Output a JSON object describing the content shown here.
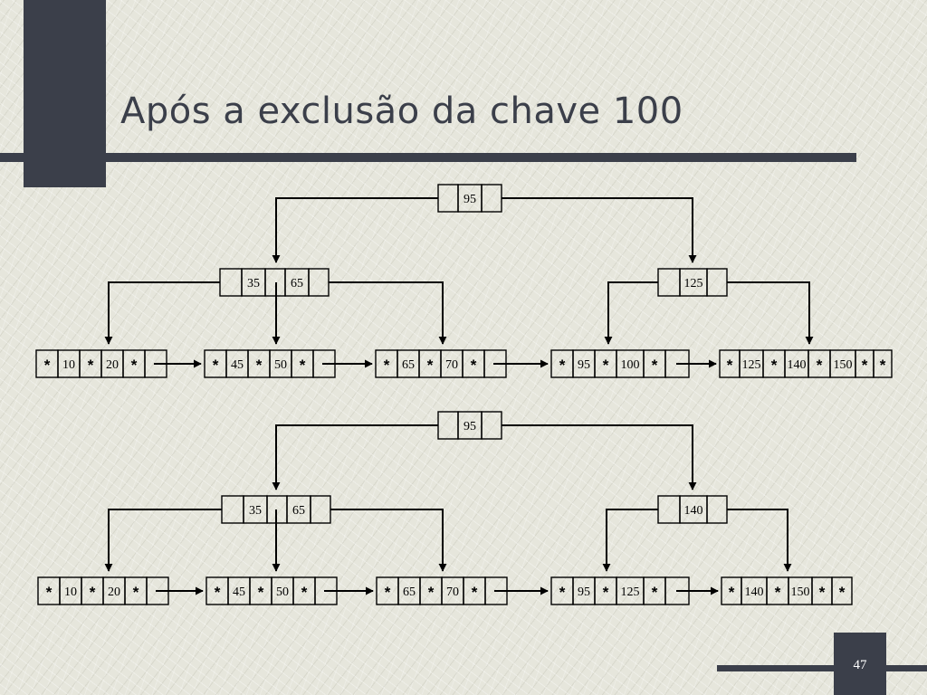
{
  "slide": {
    "title": "Após a exclusão da chave 100",
    "page_number": "47"
  },
  "trees": [
    {
      "name": "before",
      "root": [
        "95"
      ],
      "internal_left": [
        "35",
        "65"
      ],
      "internal_right": [
        "125"
      ],
      "leaves": [
        [
          "*",
          "10",
          "*",
          "20",
          "*",
          ""
        ],
        [
          "*",
          "45",
          "*",
          "50",
          "*",
          ""
        ],
        [
          "*",
          "65",
          "*",
          "70",
          "*",
          ""
        ],
        [
          "*",
          "95",
          "*",
          "100",
          "*",
          ""
        ],
        [
          "*",
          "125",
          "*",
          "140",
          "*",
          "150",
          "*",
          "*"
        ]
      ]
    },
    {
      "name": "after",
      "root": [
        "95"
      ],
      "internal_left": [
        "35",
        "65"
      ],
      "internal_right": [
        "140"
      ],
      "leaves": [
        [
          "*",
          "10",
          "*",
          "20",
          "*",
          ""
        ],
        [
          "*",
          "45",
          "*",
          "50",
          "*",
          ""
        ],
        [
          "*",
          "65",
          "*",
          "70",
          "*",
          ""
        ],
        [
          "*",
          "95",
          "*",
          "125",
          "*",
          ""
        ],
        [
          "*",
          "140",
          "*",
          "150",
          "*",
          "*"
        ]
      ]
    }
  ]
}
